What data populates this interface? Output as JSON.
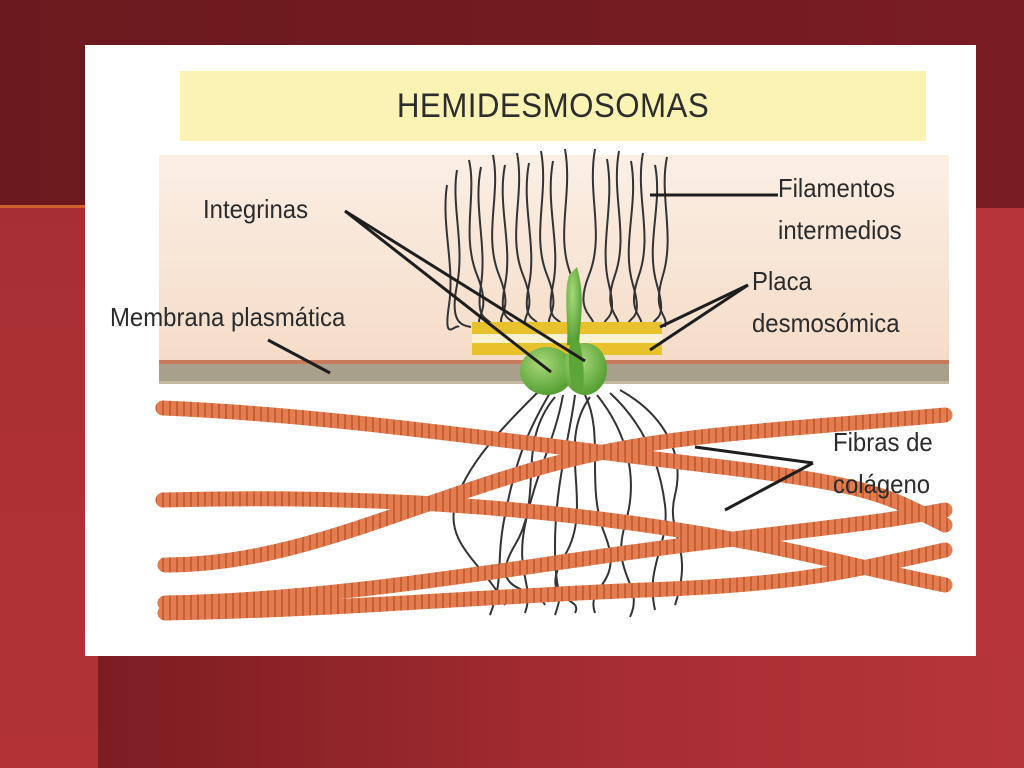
{
  "title": "HEMIDESMOSOMAS",
  "labels": {
    "integrinas": "Integrinas",
    "filamentos_line1": "Filamentos",
    "filamentos_line2": "intermedios",
    "placa_line1": "Placa",
    "placa_line2": "desmosómica",
    "membrana": "Membrana plasmática",
    "fibras_line1": "Fibras de",
    "fibras_line2": "colágeno"
  },
  "colors": {
    "title_background": "#fbf3b4",
    "cell_cytoplasm": "#f7e3d2",
    "membrane": "#a59a83",
    "plaque": "#e8c22c",
    "integrin": "#6db33f",
    "collagen_fiber": "#e07a4e",
    "filament": "#3a3a3a"
  }
}
